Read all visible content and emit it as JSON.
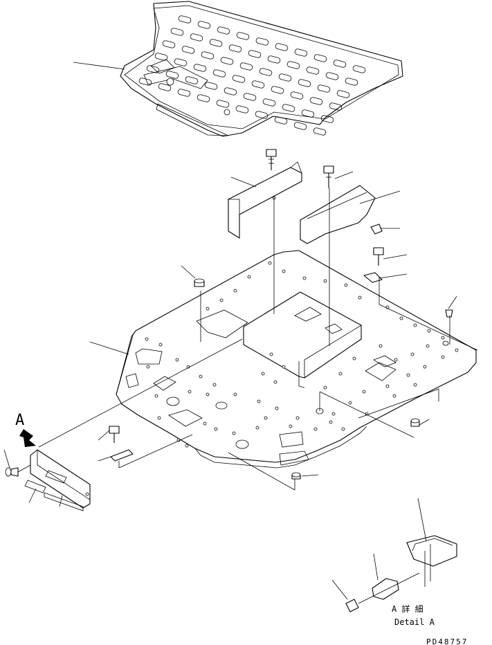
{
  "view_marker": "A",
  "detail": {
    "title_jp": "A 詳 細",
    "title_en": "Detail A"
  },
  "drawing_number": "PD48757"
}
